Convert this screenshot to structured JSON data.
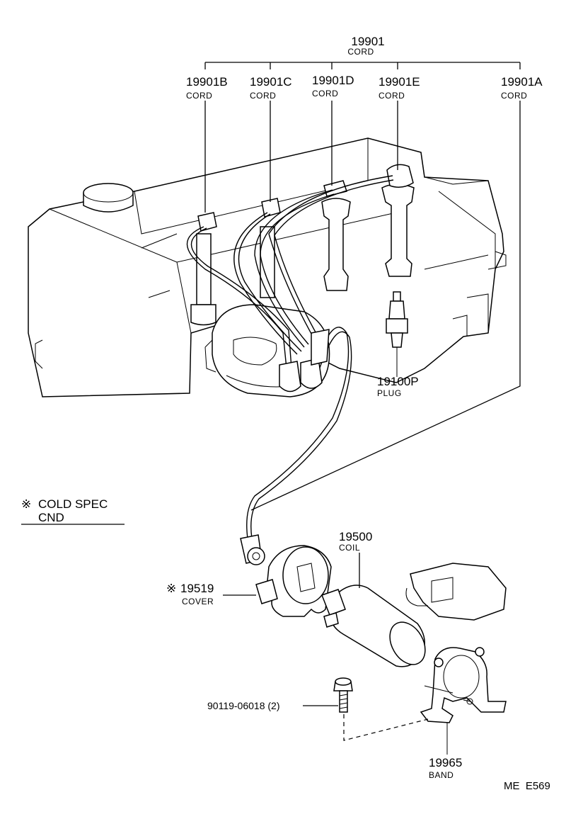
{
  "labels": {
    "cord_set": {
      "number": "19901",
      "name": "CORD"
    },
    "cord_b": {
      "number": "19901B",
      "name": "CORD"
    },
    "cord_c": {
      "number": "19901C",
      "name": "CORD"
    },
    "cord_d": {
      "number": "19901D",
      "name": "CORD"
    },
    "cord_e": {
      "number": "19901E",
      "name": "CORD"
    },
    "cord_a": {
      "number": "19901A",
      "name": "CORD"
    },
    "plug": {
      "number": "19100P",
      "name": "PLUG"
    },
    "coil": {
      "number": "19500",
      "name": "COIL"
    },
    "cover": {
      "mark": "※",
      "number": "19519",
      "name": "COVER"
    },
    "bolt": {
      "number": "90119-06018 (2)"
    },
    "band": {
      "number": "19965",
      "name": "BAND"
    }
  },
  "legend": {
    "mark": "※",
    "line1": "COLD SPEC",
    "line2": "CND"
  },
  "footer": {
    "code": "ME  E569"
  }
}
